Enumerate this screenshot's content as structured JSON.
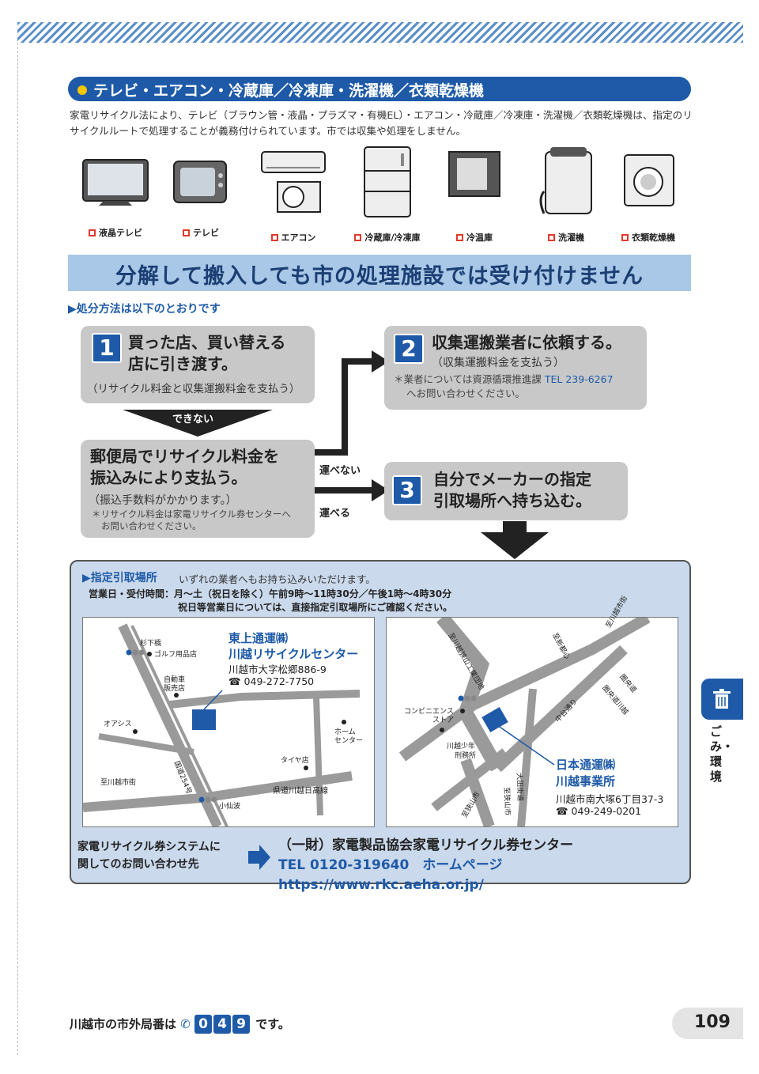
{
  "section": {
    "title": "テレビ・エアコン・冷蔵庫／冷凍庫・洗濯機／衣類乾燥機",
    "intro": "家電リサイクル法により、テレビ（ブラウン管・液晶・プラズマ・有機EL）・エアコン・冷蔵庫／冷凍庫・洗濯機／衣類乾燥機は、指定のリサイクルルートで処理することが義務付けられています。市では収集や処理をしません。"
  },
  "appliances": [
    "液晶テレビ",
    "テレビ",
    "エアコン",
    "冷蔵庫/冷凍庫",
    "冷温庫",
    "洗濯機",
    "衣類乾燥機"
  ],
  "banner": "分解して搬入しても市の処理施設では受け付けません",
  "method_heading": "▶処分方法は以下のとおりです",
  "step1": {
    "num": "1",
    "line1": "買った店、買い替える",
    "line2": "店に引き渡す。",
    "sub": "（リサイクル料金と収集運搬料金を支払う）"
  },
  "cannot": "できない",
  "step2": {
    "num": "2",
    "title": "収集運搬業者に依頼する。",
    "sub": "（収集運搬料金を支払う）",
    "note1": "＊業者については資源循環推進課",
    "tel": "TEL 239-6267",
    "note2": "へお問い合わせください。"
  },
  "postal": {
    "line1": "郵便局でリサイクル料金を",
    "line2": "振込みにより支払う。",
    "sub": "（振込手数料がかかります。）",
    "note1": "＊リサイクル料金は家電リサイクル券センターへ",
    "note2": "お問い合わせください。"
  },
  "cant_carry": "運べない",
  "can_carry": "運べる",
  "step3": {
    "num": "3",
    "line1": "自分でメーカーの指定",
    "line2": "引取場所へ持ち込む。"
  },
  "panel": {
    "title": "▶指定引取場所",
    "note": "いずれの業者へもお持ち込みいただけます。",
    "hours1": "営業日・受付時間：月～土（祝日を除く）午前9時～11時30分／午後1時～4時30分",
    "hours2": "祝日等営業日については、直接指定引取場所にご確認ください。"
  },
  "map1": {
    "company1": "東上通運㈱",
    "company2": "川越リサイクルセンター",
    "addr": "川越市大字松郷886-9",
    "tel": "☎ 049-272-7750",
    "labels": {
      "sugishita": "杉下橋",
      "golf": "ゴルフ用品店",
      "car1": "自動車",
      "car2": "販売店",
      "oasis": "オアシス",
      "route254": "国道254号",
      "home1": "ホーム",
      "home2": "センター",
      "tire": "タイヤ店",
      "kawagoe_st": "至川越市街",
      "pref_road": "県道川越日高線",
      "kosenba": "小仙波"
    }
  },
  "map2": {
    "company1": "日本通運㈱",
    "company2": "川越事業所",
    "addr": "川越市南大塚6丁目37-3",
    "tel": "☎ 049-249-0201",
    "labels": {
      "sayama_ind": "至川越狭山工業団地",
      "conv1": "コンビニエンス",
      "conv2": "ストア",
      "prison1": "川越少年",
      "prison2": "刑務所",
      "sayama": "至狭山市",
      "oota": "大田街道",
      "shitasayama": "至狭山市",
      "shintoshin": "至新都心",
      "kawagoe_st": "至川越市街",
      "chuo": "中台通り",
      "kenou": "圏央道",
      "kenou2": "圏央道川越"
    }
  },
  "rkc": {
    "left1": "家電リサイクル券システムに",
    "left2": "関してのお問い合わせ先",
    "name": "（一財）家電製品協会家電リサイクル券センター",
    "tel": "TEL 0120-319640",
    "hp": "ホームページ https://www.rkc.aeha.or.jp/"
  },
  "side": "ごみ・環境",
  "footer": {
    "text": "川越市の市外局番は",
    "digits": [
      "0",
      "4",
      "9"
    ],
    "tail": "です。"
  },
  "page": "109"
}
